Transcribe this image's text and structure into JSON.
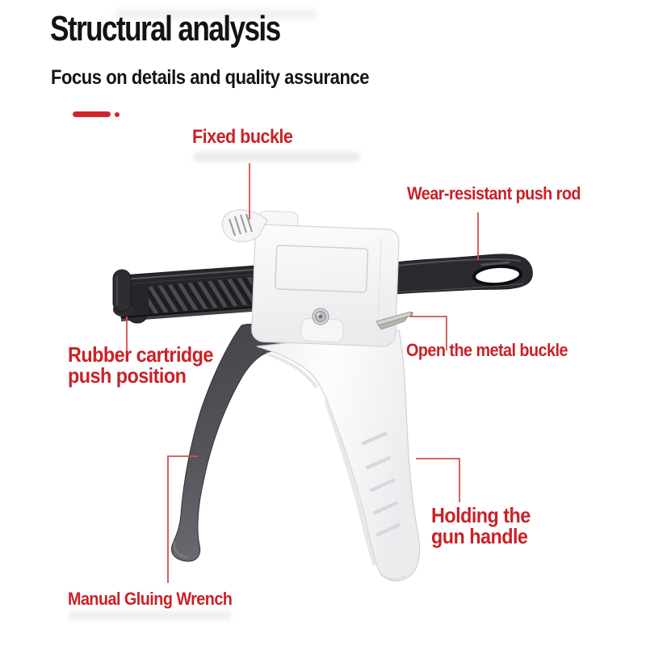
{
  "header": {
    "title": "Structural analysis",
    "subtitle": "Focus on details and quality assurance"
  },
  "annotations": {
    "fixed_buckle": {
      "lines": [
        "Fixed buckle"
      ]
    },
    "wear_resistant_push_rod": {
      "lines": [
        "Wear-resistant push rod"
      ]
    },
    "rubber_cartridge_push_position": {
      "lines": [
        "Rubber cartridge",
        "push position"
      ]
    },
    "open_the_metal_buckle": {
      "lines": [
        "Open the metal buckle"
      ]
    },
    "holding_the_gun_handle": {
      "lines": [
        "Holding the",
        "gun handle"
      ]
    },
    "manual_gluing_wrench": {
      "lines": [
        "Manual Gluing Wrench"
      ]
    }
  },
  "colors": {
    "label_red": "#ca2127",
    "callout_line_red": "#d4514c",
    "decoration_red": "#d2262c",
    "title_black": "#131313",
    "trigger_gray": "#53545a",
    "rod_black": "#26262a",
    "body_white": "#f6f6f8"
  }
}
